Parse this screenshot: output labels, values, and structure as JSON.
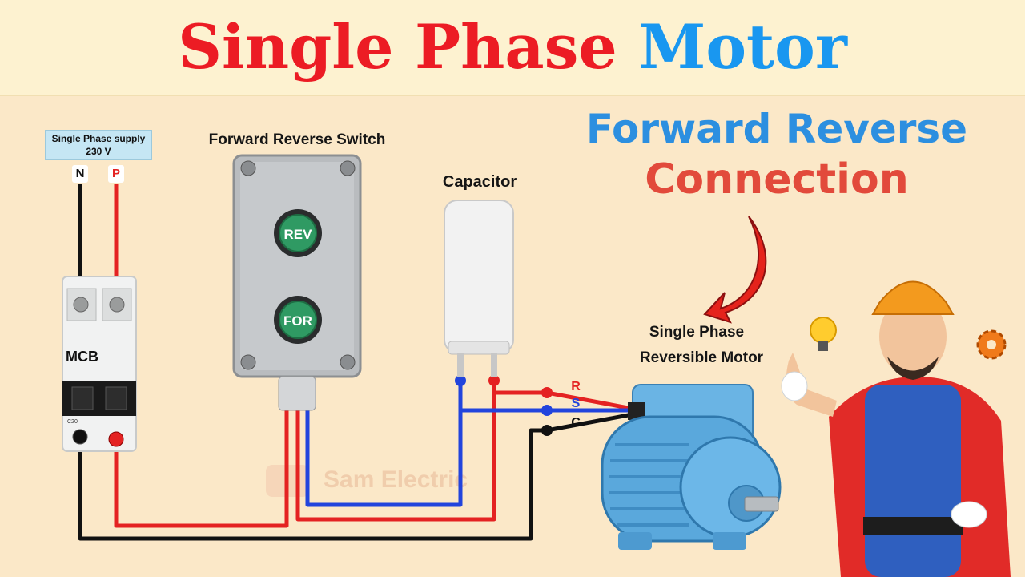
{
  "title": {
    "part1": "Single Phase",
    "part2": "Motor"
  },
  "subtitle": {
    "line1": "Forward Reverse",
    "line2": "Connection"
  },
  "supply": {
    "line1": "Single Phase supply",
    "line2": "230 V",
    "neutral": "N",
    "phase": "P"
  },
  "mcb": {
    "label": "MCB",
    "rating": "C20"
  },
  "switch": {
    "label": "Forward Reverse Switch",
    "rev": "REV",
    "for": "FOR"
  },
  "capacitor": {
    "label": "Capacitor"
  },
  "terminals": {
    "r": "R",
    "s": "S",
    "c": "C"
  },
  "motor": {
    "line1": "Single Phase",
    "line2": "Reversible Motor"
  },
  "watermark": "Sam Electric",
  "colors": {
    "title_red": "#ec1c24",
    "title_blue": "#1997f0",
    "subtitle_blue": "#2c8fe0",
    "subtitle_red": "#e24a3b",
    "wire_red": "#e42222",
    "wire_blue": "#2244dd",
    "wire_black": "#111111",
    "motor_blue": "#5aa8dc",
    "background": "#fbe8c8"
  }
}
